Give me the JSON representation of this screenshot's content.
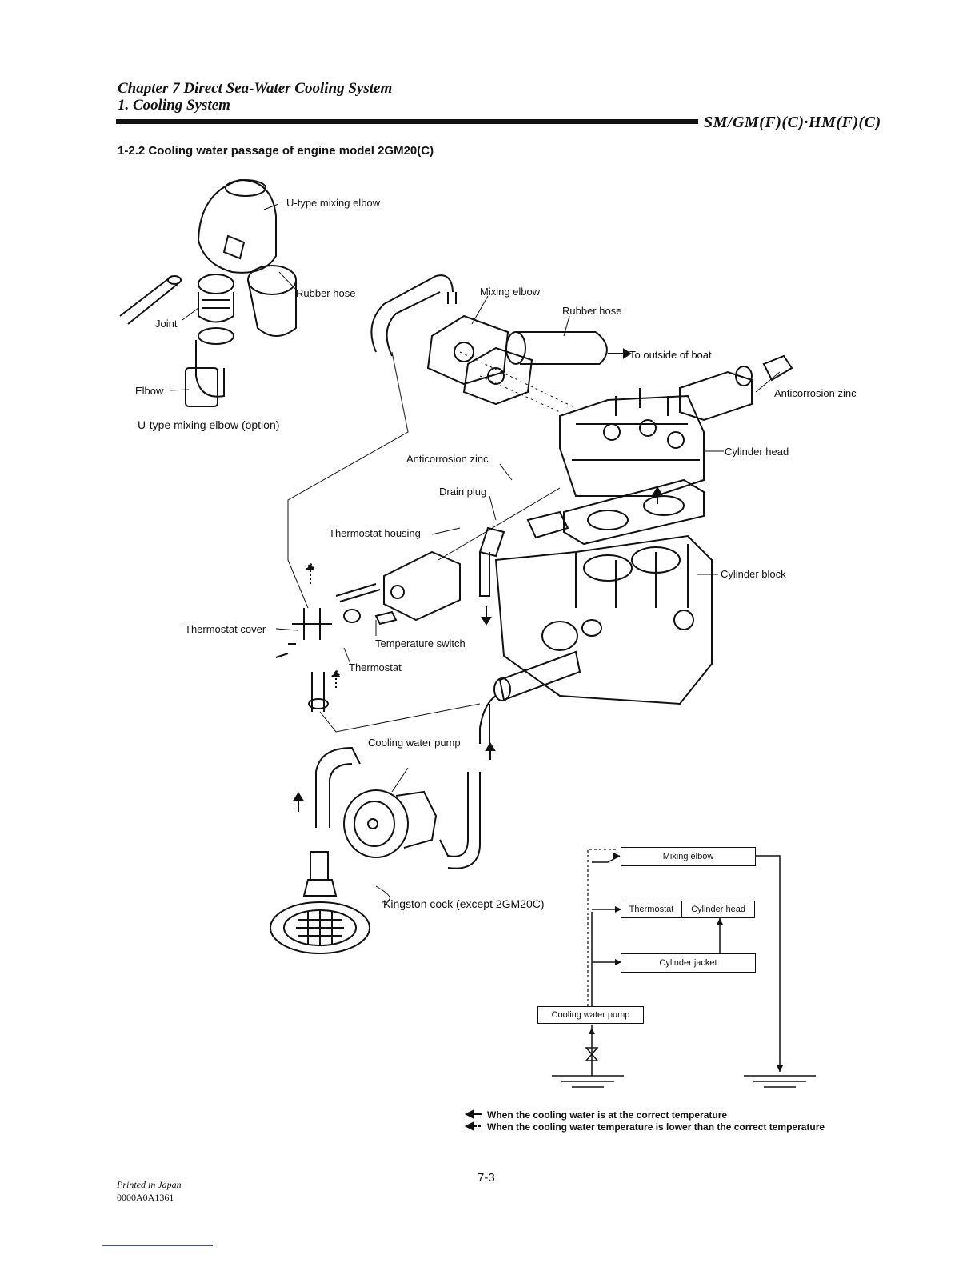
{
  "header": {
    "chapter": "Chapter 7 Direct Sea-Water Cooling System",
    "section": "1. Cooling System",
    "model_code": "SM/GM(F)(C)·HM(F)(C)"
  },
  "subtitle": "1-2.2 Cooling water passage of engine model 2GM20(C)",
  "labels": {
    "u_type_mixing_elbow": "U-type mixing elbow",
    "rubber_hose_left": "Rubber hose",
    "joint": "Joint",
    "elbow": "Elbow",
    "u_type_option": "U-type mixing elbow (option)",
    "mixing_elbow": "Mixing elbow",
    "rubber_hose_right": "Rubber hose",
    "to_outside": "To outside of boat",
    "anticorrosion_zinc_right": "Anticorrosion zinc",
    "cylinder_head": "Cylinder head",
    "anticorrosion_zinc_center": "Anticorrosion zinc",
    "drain_plug": "Drain plug",
    "thermostat_housing": "Thermostat housing",
    "cylinder_block": "Cylinder block",
    "thermostat_cover": "Thermostat cover",
    "temperature_switch": "Temperature switch",
    "thermostat": "Thermostat",
    "cooling_water_pump": "Cooling water pump",
    "kingston_cock": "Kingston cock (except 2GM20C)"
  },
  "flow_diagram": {
    "mixing_elbow": "Mixing elbow",
    "thermostat": "Thermostat",
    "cylinder_head": "Cylinder head",
    "cylinder_jacket": "Cylinder jacket",
    "cooling_water_pump": "Cooling water pump"
  },
  "legend": {
    "solid": "When the cooling water is at the correct temperature",
    "dotted": "When the cooling water temperature is lower than the correct temperature"
  },
  "footer": {
    "printed": "Printed in Japan",
    "doc_no": "0000A0A1361",
    "page": "7-3"
  }
}
